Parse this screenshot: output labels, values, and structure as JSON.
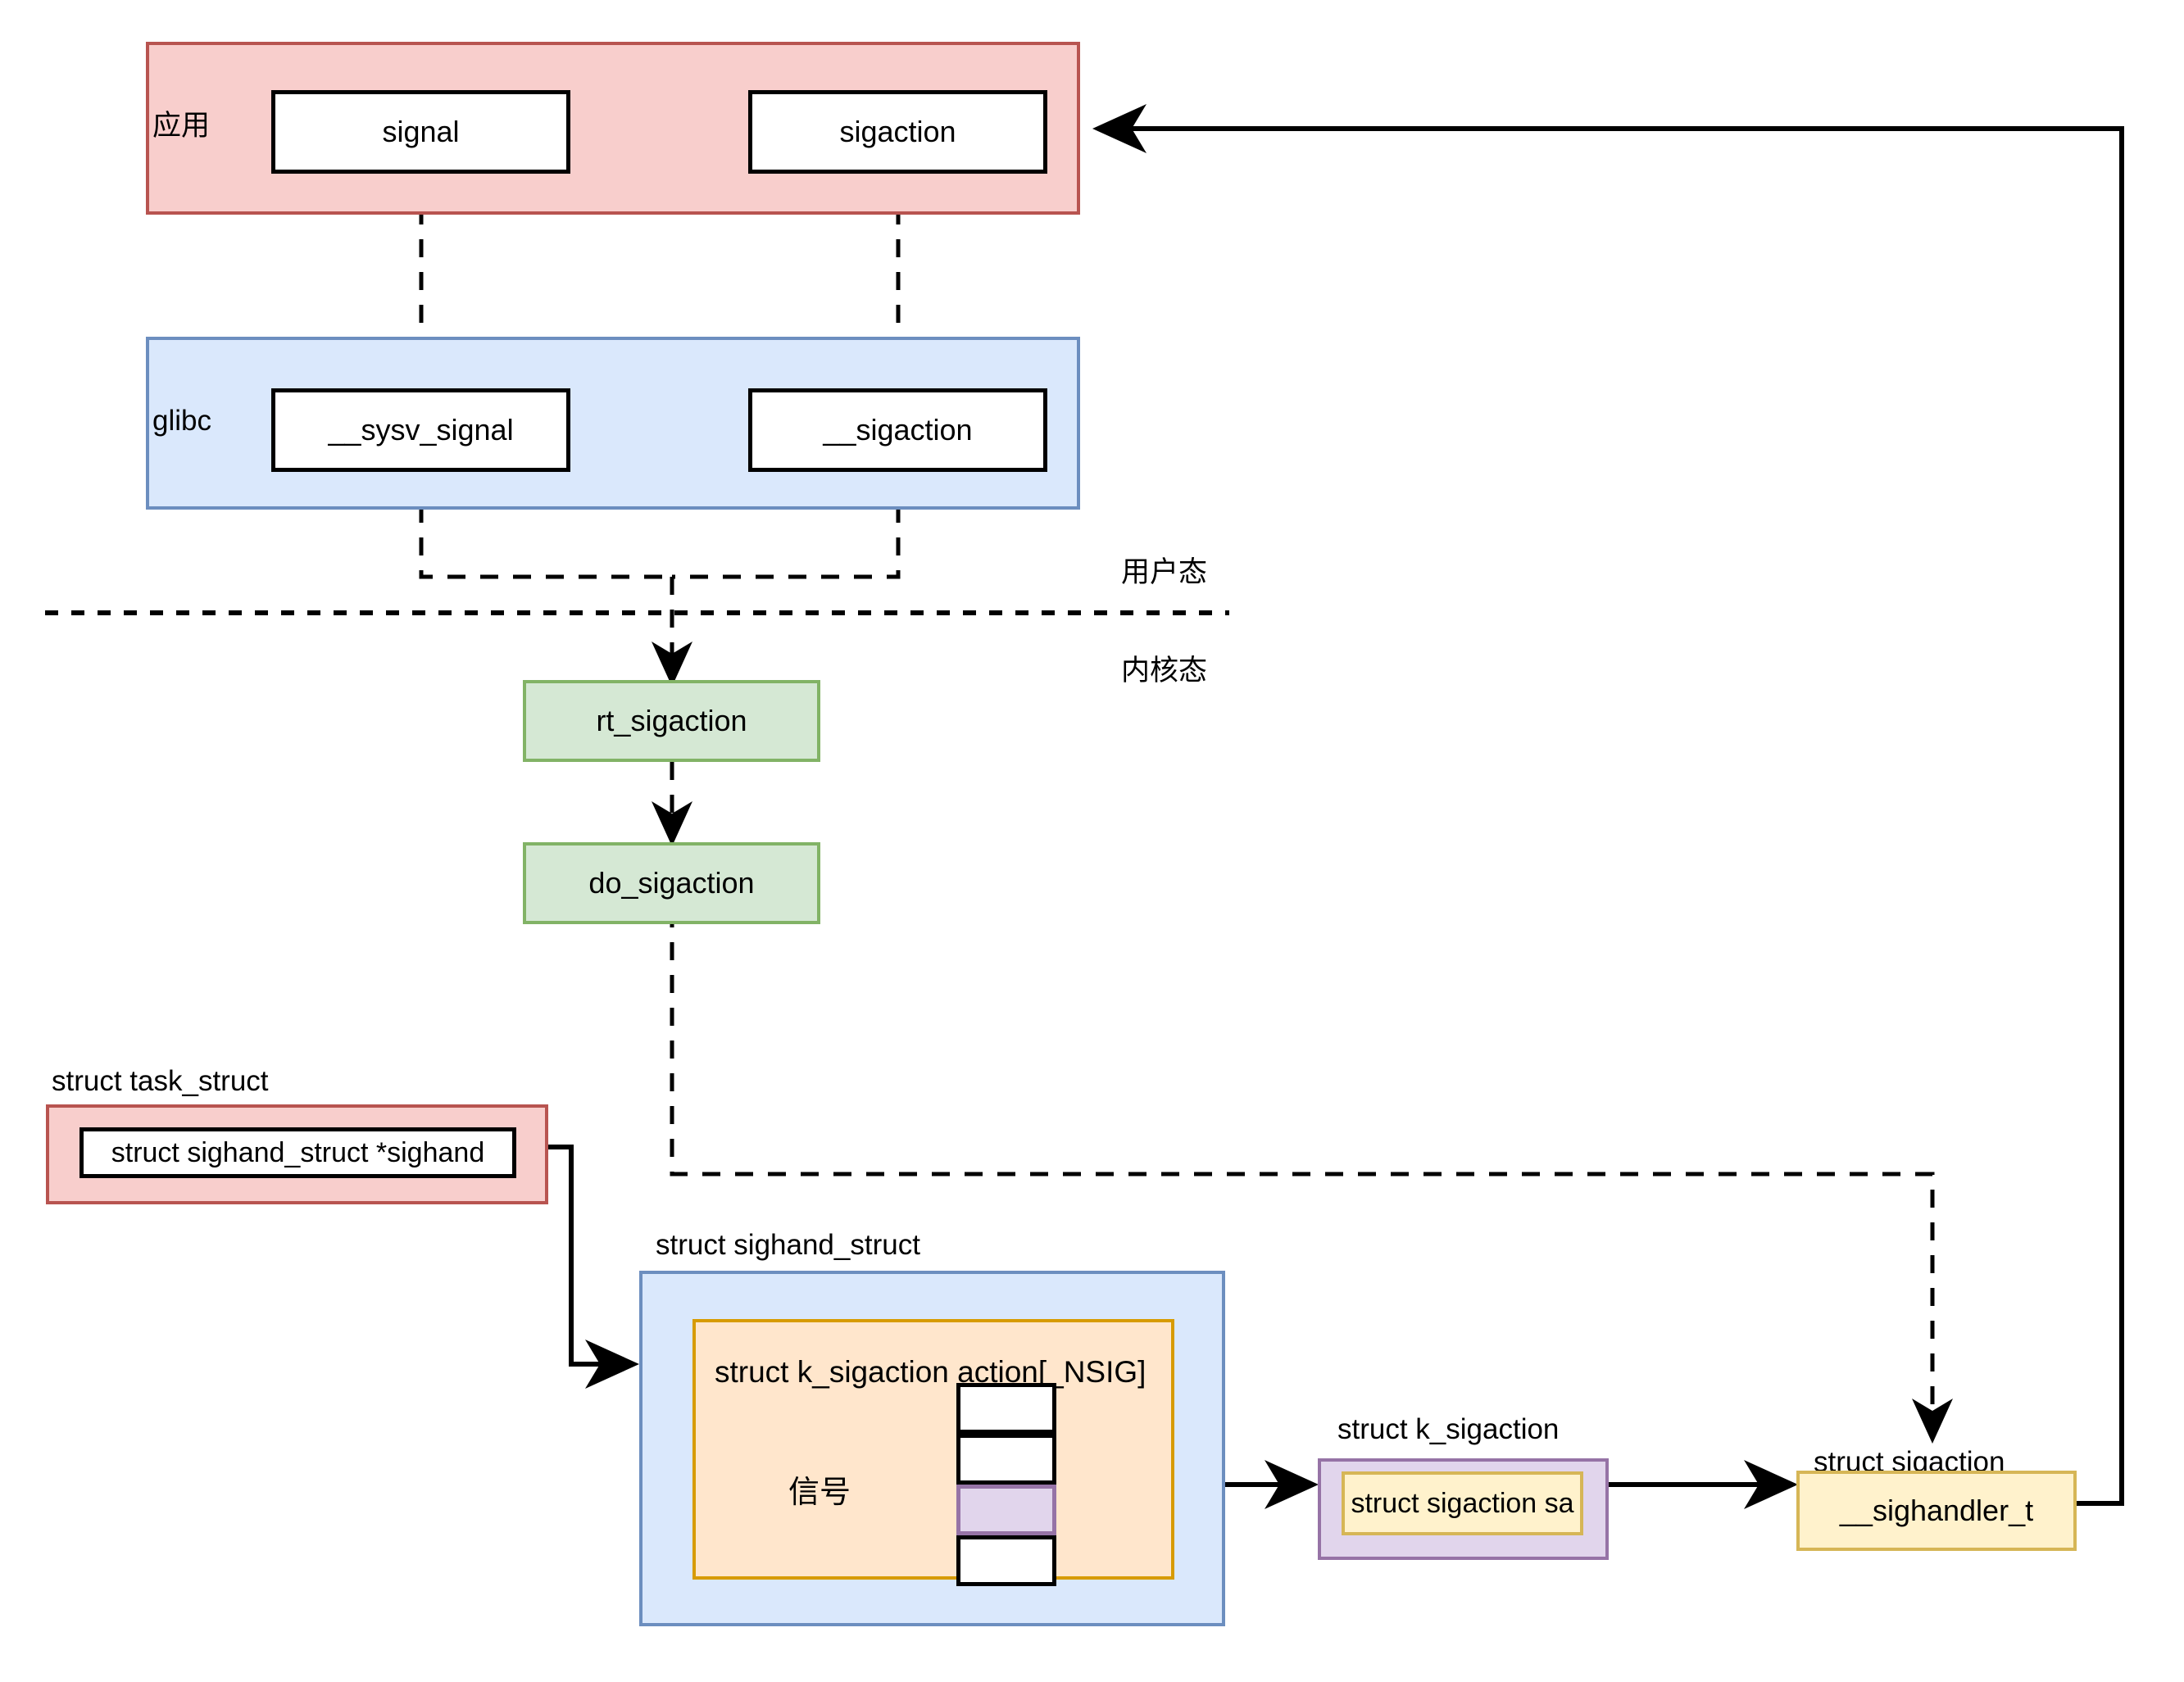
{
  "diagram": {
    "title_semantic": "linux-signal-registration-flow",
    "layers": [
      {
        "id": "app",
        "label": "应用",
        "fill": "#f8cecc",
        "stroke": "#b85450",
        "nodes": [
          {
            "id": "signal",
            "label": "signal"
          },
          {
            "id": "sigaction",
            "label": "sigaction"
          }
        ]
      },
      {
        "id": "glibc",
        "label": "glibc",
        "fill": "#dae8fc",
        "stroke": "#6c8ebf",
        "nodes": [
          {
            "id": "sysv_signal",
            "label": "__sysv_signal"
          },
          {
            "id": "__sigaction",
            "label": "__sigaction"
          }
        ]
      }
    ],
    "mode_labels": {
      "user": "用户态",
      "kernel": "内核态"
    },
    "kernel_nodes": [
      {
        "id": "rt_sigaction",
        "label": "rt_sigaction",
        "fill": "#d5e8d4",
        "stroke": "#82b366"
      },
      {
        "id": "do_sigaction",
        "label": "do_sigaction",
        "fill": "#d5e8d4",
        "stroke": "#82b366"
      }
    ],
    "structs": {
      "task_struct": {
        "caption": "struct task_struct",
        "fill": "#f8cecc",
        "stroke": "#b85450",
        "field": "struct sighand_struct *sighand"
      },
      "sighand_struct": {
        "caption": "struct sighand_struct",
        "fill": "#dae8fc",
        "stroke": "#6c8ebf",
        "array": {
          "title": "struct k_sigaction action[_NSIG]",
          "fill": "#ffe6cc",
          "stroke": "#d79b00",
          "cells": [
            "",
            "",
            "",
            ""
          ],
          "selected_index": 2,
          "selected_fill": "#e1d5ec",
          "selected_stroke": "#9673a6",
          "signal_label": "信号"
        }
      },
      "k_sigaction": {
        "caption": "struct k_sigaction",
        "fill": "#e1d5ec",
        "stroke": "#9673a6",
        "field": "struct sigaction sa",
        "field_fill": "#fff2cc",
        "field_stroke": "#d6b656"
      },
      "sigaction": {
        "caption": "struct sigaction",
        "field": "__sighandler_t",
        "field_fill": "#fff2cc",
        "field_stroke": "#d6b656"
      }
    }
  }
}
